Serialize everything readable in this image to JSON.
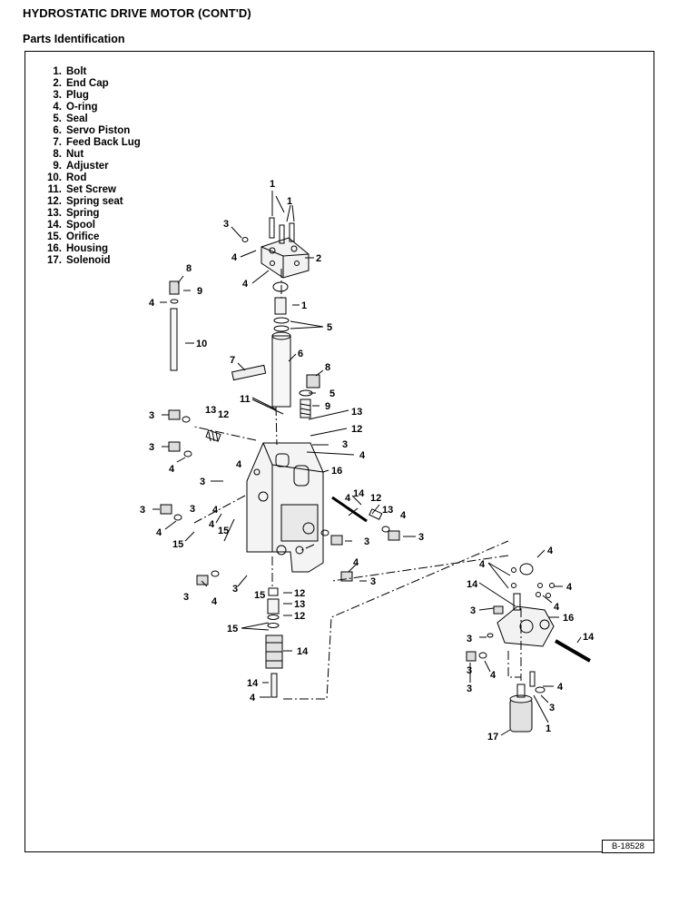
{
  "header": {
    "title": "HYDROSTATIC DRIVE MOTOR (CONT'D)",
    "subtitle": "Parts Identification"
  },
  "parts": [
    {
      "num": "1.",
      "name": "Bolt"
    },
    {
      "num": "2.",
      "name": "End Cap"
    },
    {
      "num": "3.",
      "name": "Plug"
    },
    {
      "num": "4.",
      "name": "O-ring"
    },
    {
      "num": "5.",
      "name": "Seal"
    },
    {
      "num": "6.",
      "name": "Servo Piston"
    },
    {
      "num": "7.",
      "name": "Feed Back Lug"
    },
    {
      "num": "8.",
      "name": "Nut"
    },
    {
      "num": "9.",
      "name": "Adjuster"
    },
    {
      "num": "10.",
      "name": "Rod"
    },
    {
      "num": "11.",
      "name": "Set Screw"
    },
    {
      "num": "12.",
      "name": "Spring seat"
    },
    {
      "num": "13.",
      "name": "Spring"
    },
    {
      "num": "14.",
      "name": "Spool"
    },
    {
      "num": "15.",
      "name": "Orifice"
    },
    {
      "num": "16.",
      "name": "Housing"
    },
    {
      "num": "17.",
      "name": "Solenoid"
    }
  ],
  "callouts": [
    "1",
    "2",
    "3",
    "4",
    "5",
    "6",
    "7",
    "8",
    "9",
    "10",
    "11",
    "12",
    "13",
    "14",
    "15",
    "16",
    "17"
  ],
  "figure_id": "B-18528"
}
